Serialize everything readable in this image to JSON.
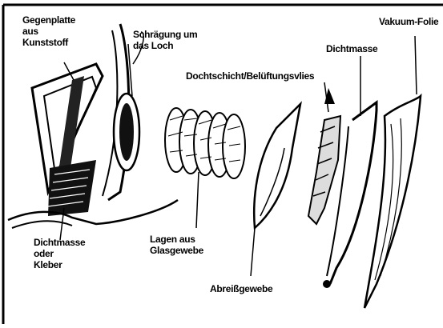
{
  "labels": {
    "gegenplatte": [
      "Gegenplatte",
      "aus",
      "Kunststoff"
    ],
    "schraegung": [
      "Schrägung um",
      "das Loch"
    ],
    "dochtschicht": "Dochtschicht/Belüftungsvlies",
    "dichtmasse_top": "Dichtmasse",
    "vakuum_folie": "Vakuum-Folie",
    "dichtmasse_kleber": [
      "Dichtmasse",
      "oder",
      "Kleber"
    ],
    "lagen": [
      "Lagen aus",
      "Glasgewebe"
    ],
    "abreissgewebe": "Abreißgewebe"
  }
}
